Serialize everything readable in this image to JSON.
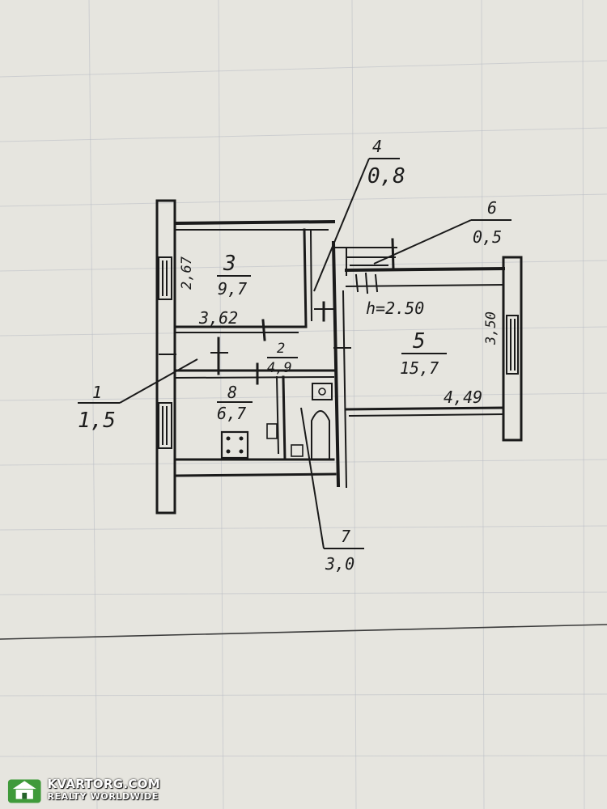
{
  "floor_plan": {
    "height_label": "h=2.50",
    "rooms": [
      {
        "number": "1",
        "area": "1,5"
      },
      {
        "number": "2",
        "area": "4,9"
      },
      {
        "number": "3",
        "area": "9,7"
      },
      {
        "number": "4",
        "area": "0,8"
      },
      {
        "number": "5",
        "area": "15,7"
      },
      {
        "number": "6",
        "area": "0,5"
      },
      {
        "number": "7",
        "area": "3,0"
      },
      {
        "number": "8",
        "area": "6,7"
      }
    ],
    "dimensions": {
      "room3_height": "2,67",
      "room3_width": "3,62",
      "room5_height": "3,50",
      "room5_width": "4,49"
    }
  },
  "watermark": {
    "line1": "KVARTORG.COM",
    "line2": "REALTY WORLDWIDE",
    "colors": {
      "logo_green": "#3f9a3a",
      "logo_dark": "#25632a"
    }
  }
}
